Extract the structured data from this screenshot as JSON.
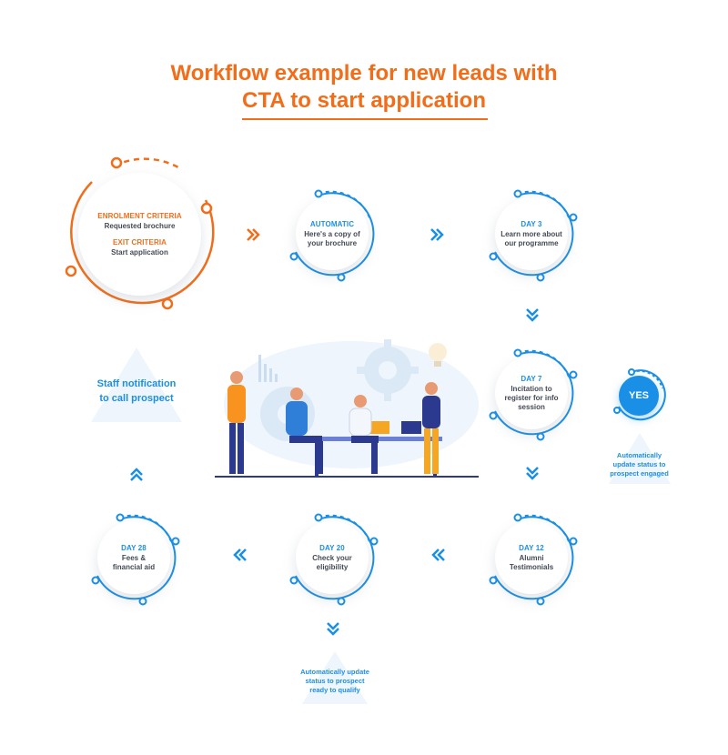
{
  "title": {
    "line1": "Workflow example for new leads with",
    "line2": "CTA to start application"
  },
  "colors": {
    "orange": "#f26d1a",
    "blue": "#1a8fe6"
  },
  "start_node": {
    "enrolment_label": "ENROLMENT CRITERIA",
    "enrolment_value": "Requested brochure",
    "exit_label": "EXIT CRITERIA",
    "exit_value": "Start application"
  },
  "steps": [
    {
      "head": "AUTOMATIC",
      "body1": "Here's a copy of",
      "body2": "your brochure"
    },
    {
      "head": "DAY 3",
      "body1": "Learn more about",
      "body2": "our programme"
    },
    {
      "head": "DAY 7",
      "body1": "Incitation to",
      "body2": "register for info",
      "body3": "session"
    },
    {
      "head": "DAY 12",
      "body1": "Alumni",
      "body2": "Testimonials"
    },
    {
      "head": "DAY 20",
      "body1": "Check your",
      "body2": "eligibility"
    },
    {
      "head": "DAY 28",
      "body1": "Fees &",
      "body2": "financial aid"
    }
  ],
  "yes_node": {
    "label": "YES"
  },
  "notes": {
    "staff": {
      "line1": "Staff notification",
      "line2": "to call prospect"
    },
    "engaged": {
      "line1": "Automatically",
      "line2": "update status to",
      "line3": "prospect engaged"
    },
    "qualify": {
      "line1": "Automatically update",
      "line2": "status to prospect",
      "line3": "ready to qualify"
    }
  },
  "icons": [
    "chevron-right-icon",
    "chevron-down-icon",
    "chevron-left-icon",
    "chevron-up-icon",
    "team-meeting-illustration"
  ]
}
